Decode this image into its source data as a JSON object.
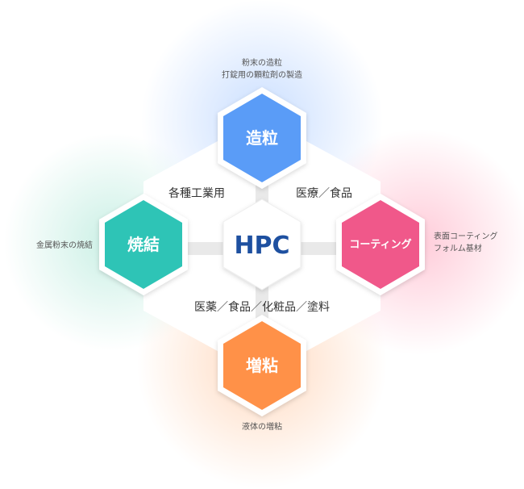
{
  "center": {
    "logo": "HPC",
    "logo_color": "#1e50a0"
  },
  "nodes": {
    "top": {
      "label": "造粒",
      "color": "#5a9cf7",
      "desc": [
        "粉末の造粒",
        "打錠用の顆粒剤の製造"
      ]
    },
    "left": {
      "label": "焼結",
      "color": "#2ec4b6",
      "desc": [
        "金属粉末の焼結"
      ]
    },
    "right": {
      "label": "コーティング",
      "color": "#f0588a",
      "desc": [
        "表面コーティング",
        "フォルム基材"
      ]
    },
    "bottom": {
      "label": "増粘",
      "color": "#ff9148",
      "desc": [
        "液体の増粘"
      ]
    }
  },
  "applications": {
    "industrial": "各種工業用",
    "medical_food": "医療／食品",
    "pharma_etc": "医薬／食品／化粧品／塗料"
  },
  "glow_colors": {
    "blue": "#cfe2ff",
    "pink": "#ffd6e0",
    "orange": "#ffe2cc",
    "green": "#d2f2ea"
  }
}
